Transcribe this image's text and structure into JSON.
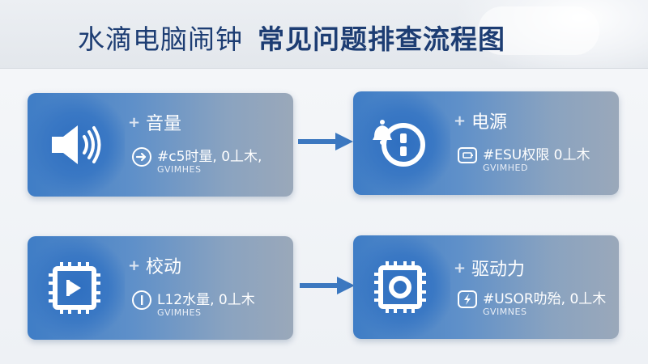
{
  "header": {
    "title_part1": "水滴电脑闹钟",
    "title_part2": "常见问题排查流程图"
  },
  "cards": [
    {
      "name": "音量",
      "detail": "#c5时量, 0丄木,",
      "sub": "GVIMHES",
      "icon": "speaker-icon",
      "detail_icon": "arrow-right-circle-icon"
    },
    {
      "name": "电源",
      "detail": "#ESU权限 0丄木",
      "sub": "GVIMHED",
      "icon": "alarm-clock-icon",
      "detail_icon": "battery-icon"
    },
    {
      "name": "校动",
      "detail": "L12水量, 0丄木",
      "sub": "GVIMHES",
      "icon": "chip-play-icon",
      "detail_icon": "info-circle-icon"
    },
    {
      "name": "驱动力",
      "detail": "#USOR叻殆, 0丄木",
      "sub": "GVIMNES",
      "icon": "circuit-board-icon",
      "detail_icon": "lightning-icon"
    }
  ],
  "colors": {
    "title": "#1d3d73",
    "card_blue": "#3f7dc6",
    "card_gray": "#9aa8ba",
    "arrow": "#3c78c0"
  }
}
